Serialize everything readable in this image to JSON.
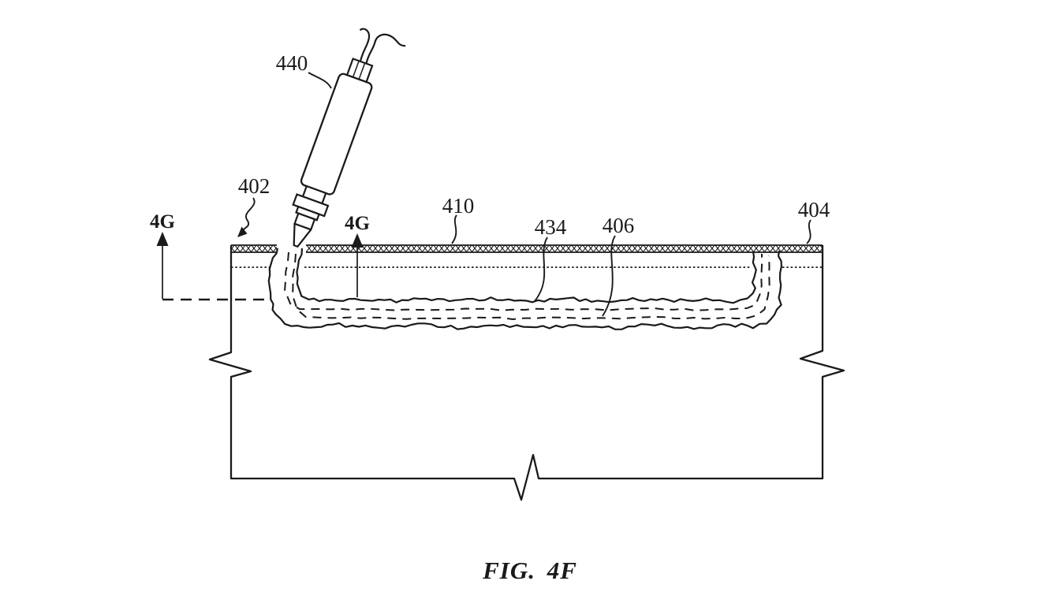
{
  "page": {
    "background": "#ffffff",
    "ink": "#1a1a1a"
  },
  "figure": {
    "caption": "FIG. 4F",
    "section_marker_left": "4G",
    "section_marker_right": "4G",
    "reference_numerals": {
      "n440": "440",
      "n402": "402",
      "n410": "410",
      "n434": "434",
      "n406": "406",
      "n404": "404"
    }
  }
}
